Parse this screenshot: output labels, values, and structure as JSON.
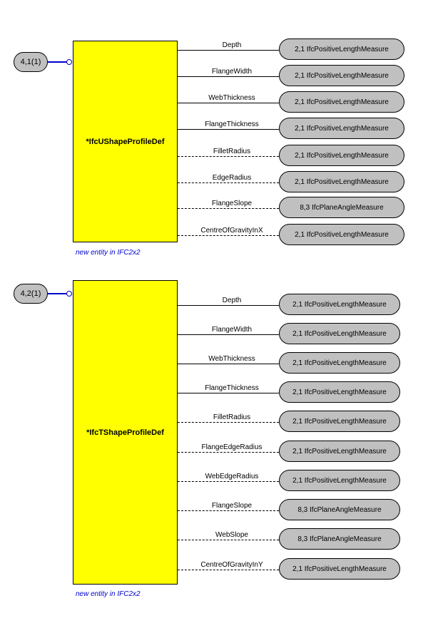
{
  "diagrams": [
    {
      "ref": "4,1(1)",
      "entity": "*IfcUShapeProfileDef",
      "note": "new entity in IFC2x2",
      "attributes": [
        {
          "name": "Depth",
          "type": "2,1  IfcPositiveLengthMeasure",
          "optional": false
        },
        {
          "name": "FlangeWidth",
          "type": "2,1  IfcPositiveLengthMeasure",
          "optional": false
        },
        {
          "name": "WebThickness",
          "type": "2,1  IfcPositiveLengthMeasure",
          "optional": false
        },
        {
          "name": "FlangeThickness",
          "type": "2,1  IfcPositiveLengthMeasure",
          "optional": false
        },
        {
          "name": "FilletRadius",
          "type": "2,1  IfcPositiveLengthMeasure",
          "optional": true
        },
        {
          "name": "EdgeRadius",
          "type": "2,1  IfcPositiveLengthMeasure",
          "optional": true
        },
        {
          "name": "FlangeSlope",
          "type": "8,3  IfcPlaneAngleMeasure",
          "optional": true
        },
        {
          "name": "CentreOfGravityInX",
          "type": "2,1  IfcPositiveLengthMeasure",
          "optional": true
        }
      ]
    },
    {
      "ref": "4,2(1)",
      "entity": "*IfcTShapeProfileDef",
      "note": "new entity in IFC2x2",
      "attributes": [
        {
          "name": "Depth",
          "type": "2,1  IfcPositiveLengthMeasure",
          "optional": false
        },
        {
          "name": "FlangeWidth",
          "type": "2,1  IfcPositiveLengthMeasure",
          "optional": false
        },
        {
          "name": "WebThickness",
          "type": "2,1  IfcPositiveLengthMeasure",
          "optional": false
        },
        {
          "name": "FlangeThickness",
          "type": "2,1  IfcPositiveLengthMeasure",
          "optional": false
        },
        {
          "name": "FilletRadius",
          "type": "2,1  IfcPositiveLengthMeasure",
          "optional": true
        },
        {
          "name": "FlangeEdgeRadius",
          "type": "2,1  IfcPositiveLengthMeasure",
          "optional": true
        },
        {
          "name": "WebEdgeRadius",
          "type": "2,1  IfcPositiveLengthMeasure",
          "optional": true
        },
        {
          "name": "FlangeSlope",
          "type": "8,3  IfcPlaneAngleMeasure",
          "optional": true
        },
        {
          "name": "WebSlope",
          "type": "8,3  IfcPlaneAngleMeasure",
          "optional": true
        },
        {
          "name": "CentreOfGravityInY",
          "type": "2,1  IfcPositiveLengthMeasure",
          "optional": true
        }
      ]
    }
  ]
}
